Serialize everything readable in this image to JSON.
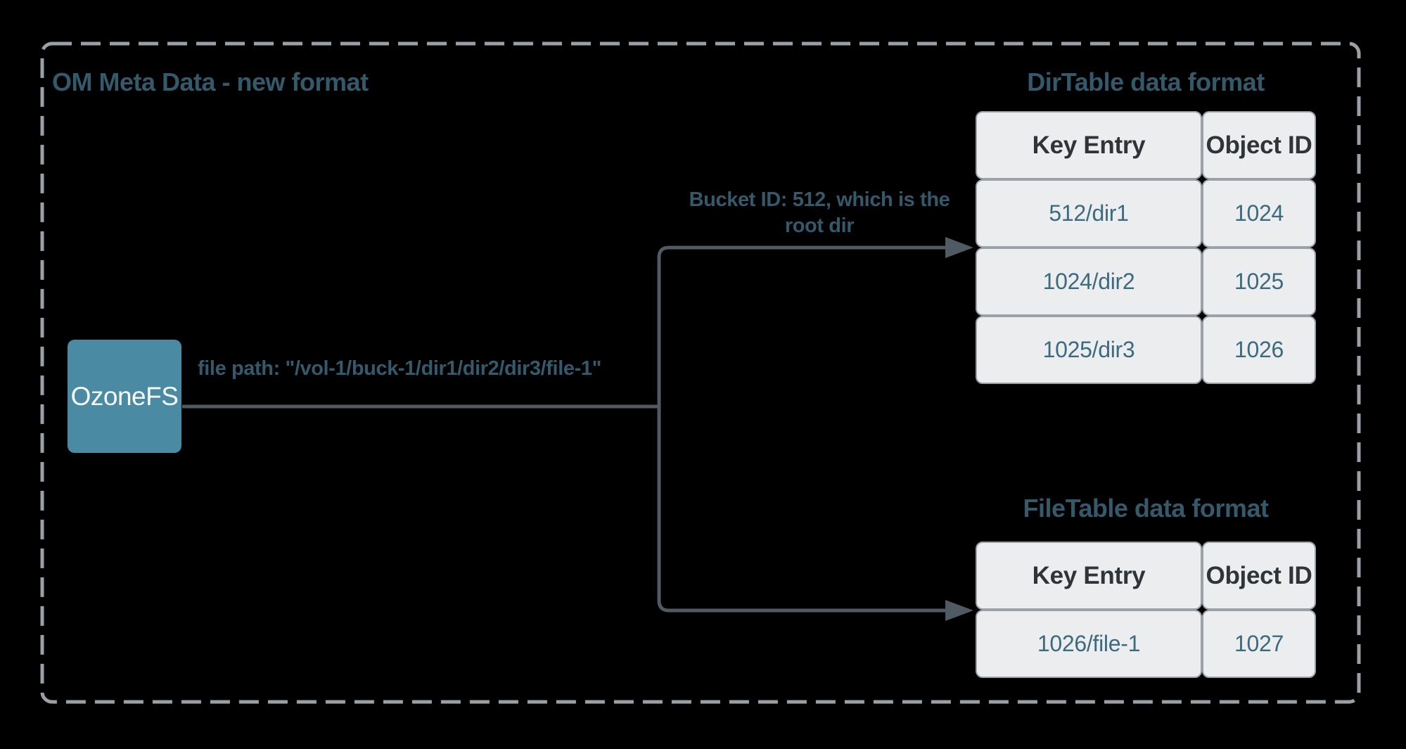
{
  "frame": {
    "title": "OM Meta Data - new format"
  },
  "source_node": {
    "label": "OzoneFS"
  },
  "edges": {
    "file_path_label": "file path:  \"/vol-1/buck-1/dir1/dir2/dir3/file-1\"",
    "bucket_label": [
      "Bucket ID: 512, which is the",
      "root dir"
    ]
  },
  "dir_table": {
    "title": "DirTable data format",
    "headers": [
      "Key Entry",
      "Object ID"
    ],
    "rows": [
      [
        "512/dir1",
        "1024"
      ],
      [
        "1024/dir2",
        "1025"
      ],
      [
        "1025/dir3",
        "1026"
      ]
    ]
  },
  "file_table": {
    "title": "FileTable data format",
    "headers": [
      "Key Entry",
      "Object ID"
    ],
    "rows": [
      [
        "1026/file-1",
        "1027"
      ]
    ]
  },
  "colors": {
    "canvas_bg": "#000000",
    "frame_border": "#99a1a7",
    "accent_teal": "#34596b",
    "node_fill": "#4a8ba3",
    "node_text": "#f7fafb",
    "connector": "#4f5a63",
    "cell_bg": "#ebedee",
    "cell_border": "#9aa2a8",
    "header_text": "#2f3439",
    "cell_text": "#3d6a7e"
  }
}
